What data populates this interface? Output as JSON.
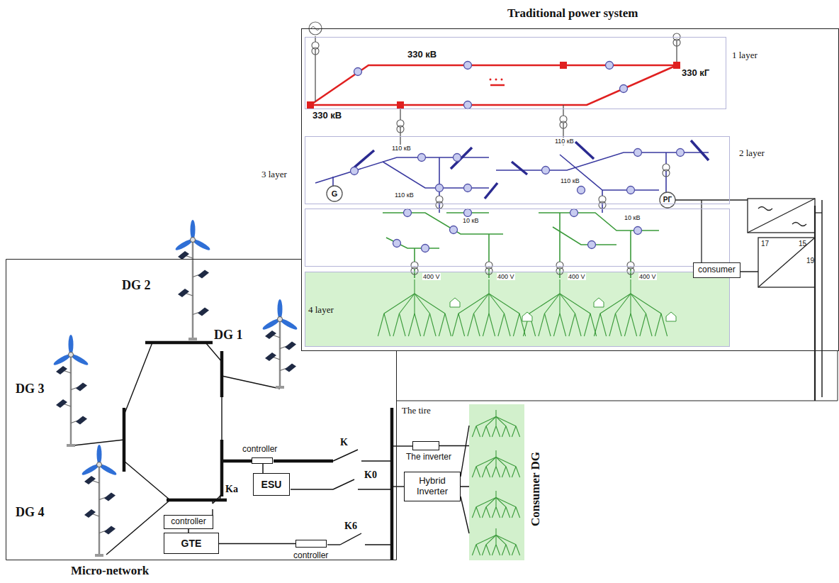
{
  "diagram": {
    "nodes": [
      {
        "text": [
          "Traditional power system"
        ]
      },
      {
        "text": [
          "1 layer"
        ],
        "in": 0
      },
      {
        "text": [
          "2 layer"
        ],
        "in": 0
      },
      {
        "text": [
          "3 layer"
        ],
        "in": 0
      },
      {
        "text": [
          "4 layer"
        ],
        "in": 0
      },
      {
        "text": [
          "consumer"
        ],
        "in": 0
      },
      {
        "text": [
          "Micro-network"
        ]
      },
      {
        "text": [
          "ESU"
        ],
        "in": 6
      },
      {
        "text": [
          "GTE"
        ],
        "in": 6
      },
      {
        "text": [
          "controller"
        ],
        "in": 6
      },
      {
        "text": [
          "controller"
        ],
        "in": 6
      },
      {
        "text": [
          "controller"
        ],
        "in": 6
      },
      {
        "text": [
          "Hybrid Inverter"
        ]
      },
      {
        "text": [
          "The inverter"
        ]
      },
      {
        "text": [
          "Consumer DG"
        ]
      }
    ],
    "edges": [
      {
        "from": 9,
        "to": 7,
        "arrow": "none"
      },
      {
        "from": 10,
        "to": 8,
        "arrow": "none"
      },
      {
        "from": 8,
        "to": 11,
        "arrow": "none"
      },
      {
        "from": 13,
        "to": 14,
        "arrow": "none"
      },
      {
        "from": 12,
        "to": 14,
        "arrow": "none"
      }
    ],
    "labels": [
      "330 кВ",
      "330 кВ",
      "330 кГ",
      "110 кВ",
      "110 кВ",
      "110 кВ",
      "110 кВ",
      "10 кВ",
      "10 кВ",
      "400 V",
      "400 V",
      "400 V",
      "400 V",
      "G",
      "РГ",
      "17",
      "15",
      "19",
      "DG 2",
      "DG 1",
      "DG 3",
      "DG 4",
      "K",
      "K0",
      "Ka",
      "K6",
      "The tire"
    ]
  }
}
